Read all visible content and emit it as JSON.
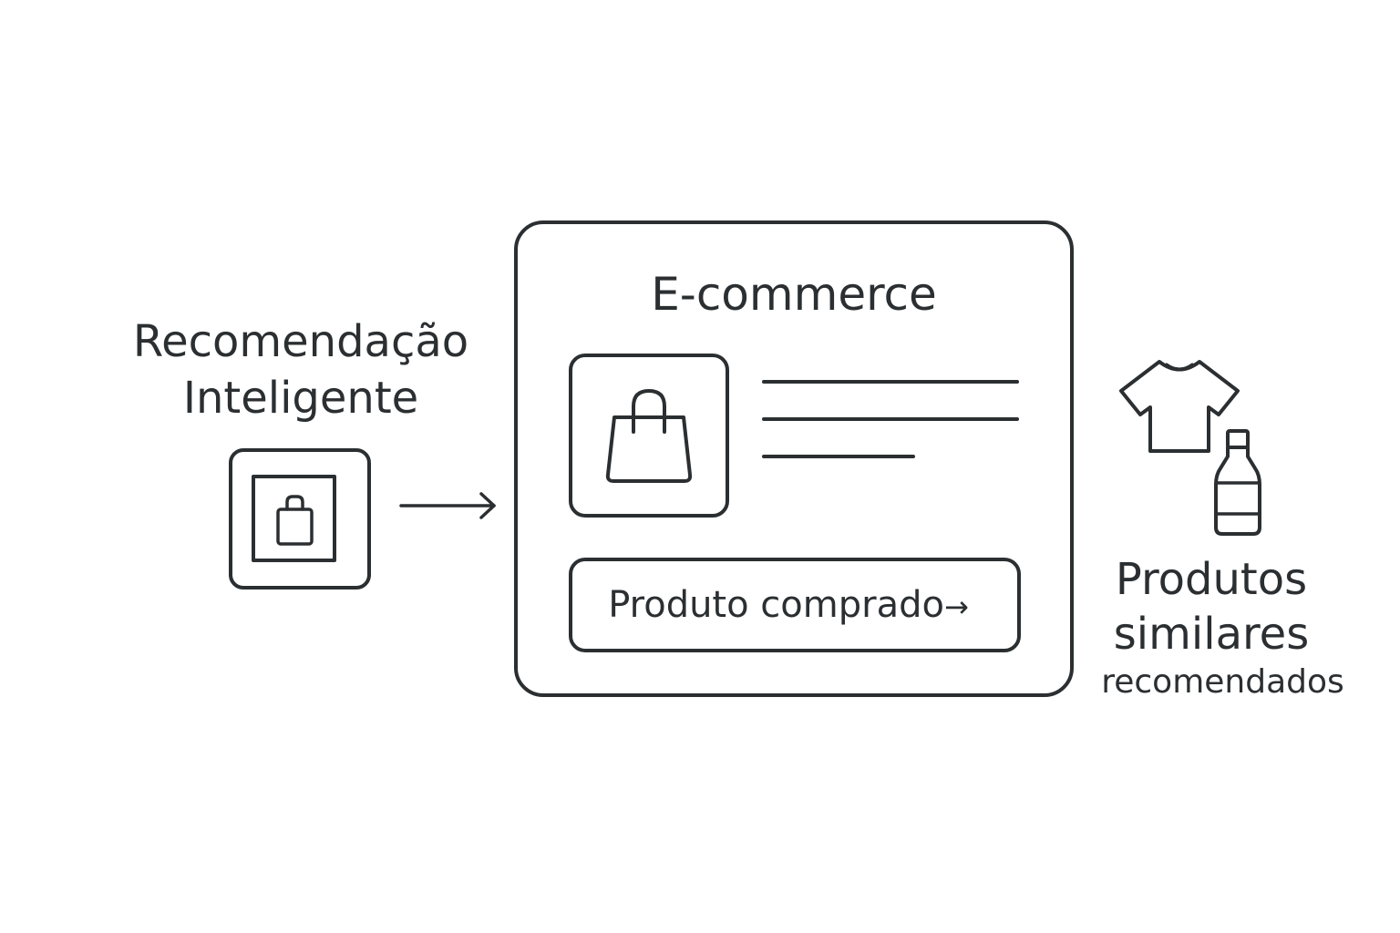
{
  "left": {
    "title_line1": "Recomendação",
    "title_line2": "Inteligente",
    "icon": "shopping-bag-icon"
  },
  "center": {
    "title": "E-commerce",
    "product_icon": "shopping-bag-icon",
    "button_label": "Produto comprado",
    "button_arrow": "→"
  },
  "right": {
    "title_line1": "Produtos",
    "title_line2": "similares",
    "subtitle": "recomendados",
    "icons": [
      "t-shirt-icon",
      "bottle-icon"
    ]
  },
  "colors": {
    "stroke": "#2b2f31",
    "background": "#ffffff"
  }
}
